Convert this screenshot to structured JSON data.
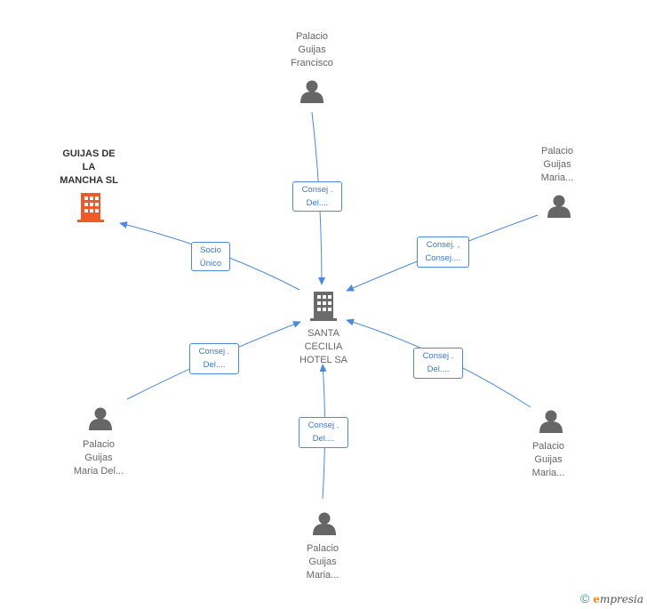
{
  "center": {
    "label": "SANTA\nCECILIA\nHOTEL SA",
    "icon": "building-icon",
    "color": "#6b6b6b"
  },
  "owner": {
    "label": "GUIJAS DE\nLA\nMANCHA SL",
    "icon": "building-icon",
    "color": "#f05a28"
  },
  "people": [
    {
      "label": "Palacio\nGuijas\nFrancisco",
      "icon": "person-icon"
    },
    {
      "label": "Palacio\nGuijas\nMaria...",
      "icon": "person-icon"
    },
    {
      "label": "Palacio\nGuijas\nMaria Del...",
      "icon": "person-icon"
    },
    {
      "label": "Palacio\nGuijas\nMaria...",
      "icon": "person-icon"
    },
    {
      "label": "Palacio\nGuijas\nMaria...",
      "icon": "person-icon"
    }
  ],
  "edges": [
    {
      "label": "Socio\nÚnico"
    },
    {
      "label": "Consej .\nDel...."
    },
    {
      "label": "Consej. ,\nConsej...."
    },
    {
      "label": "Consej .\nDel...."
    },
    {
      "label": "Consej .\nDel...."
    },
    {
      "label": "Consej .\nDel...."
    }
  ],
  "colors": {
    "edge": "#4a89dc",
    "person": "#666666"
  },
  "watermark": {
    "copyright": "©",
    "brand_initial": "e",
    "brand_rest": "mpresia"
  }
}
